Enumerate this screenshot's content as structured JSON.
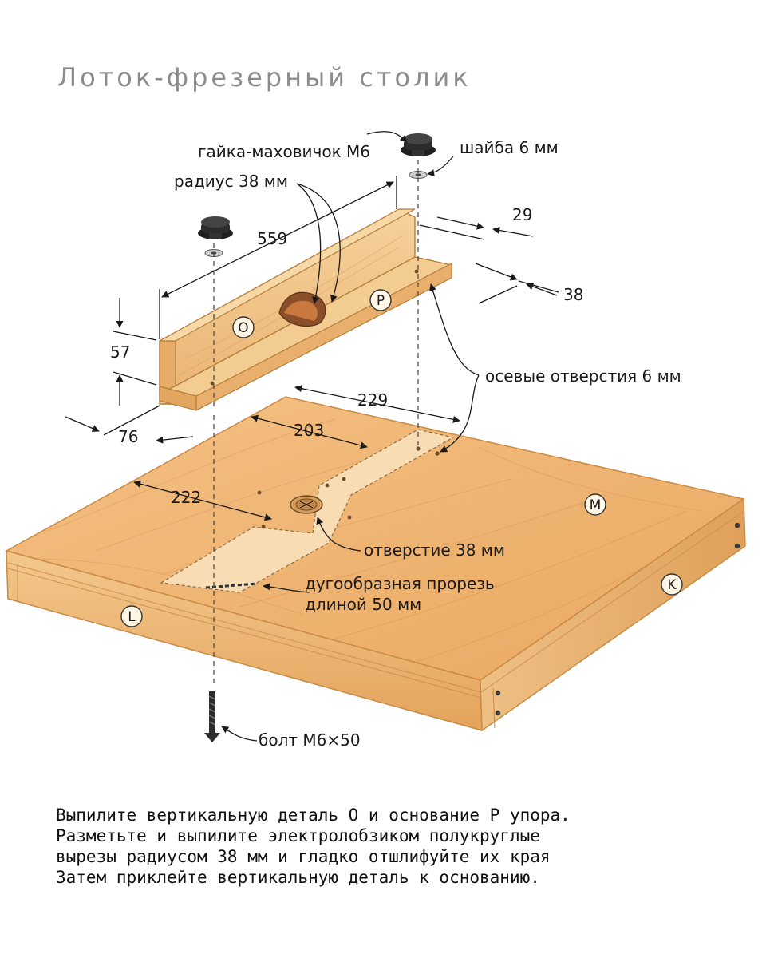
{
  "title": "Лоток-фрезерный столик",
  "labels": {
    "knob_nut": "гайка-маховичок М6",
    "washer": "шайба 6 мм",
    "radius": "радиус 38 мм",
    "axial_holes": "осевые отверстия 6 мм",
    "hole_38": "отверстие 38 мм",
    "slot_line1": "дугообразная прорезь",
    "slot_line2": "длиной 50 мм",
    "bolt": "болт М6×50"
  },
  "dimensions": {
    "d559": "559",
    "d29": "29",
    "d38": "38",
    "d57": "57",
    "d76": "76",
    "d229": "229",
    "d203": "203",
    "d222": "222"
  },
  "parts": {
    "O": "O",
    "P": "P",
    "M": "M",
    "K": "K",
    "L": "L"
  },
  "caption": {
    "line1": "Выпилите вертикальную деталь O и основание P упора.",
    "line2": "Разметьте и выпилите электролобзиком полукруглые",
    "line3": "вырезы радиусом 38 мм и гладко отшлифуйте их края",
    "line4": "Затем приклейте вертикальную деталь к основанию."
  },
  "colors": {
    "wood_top": "#f1b873",
    "wood_side": "#e9b46e",
    "wood_edge": "#d99a52",
    "template": "#f8dcb4",
    "title_gray": "#8c8c8c",
    "ink": "#1a1a1a"
  }
}
